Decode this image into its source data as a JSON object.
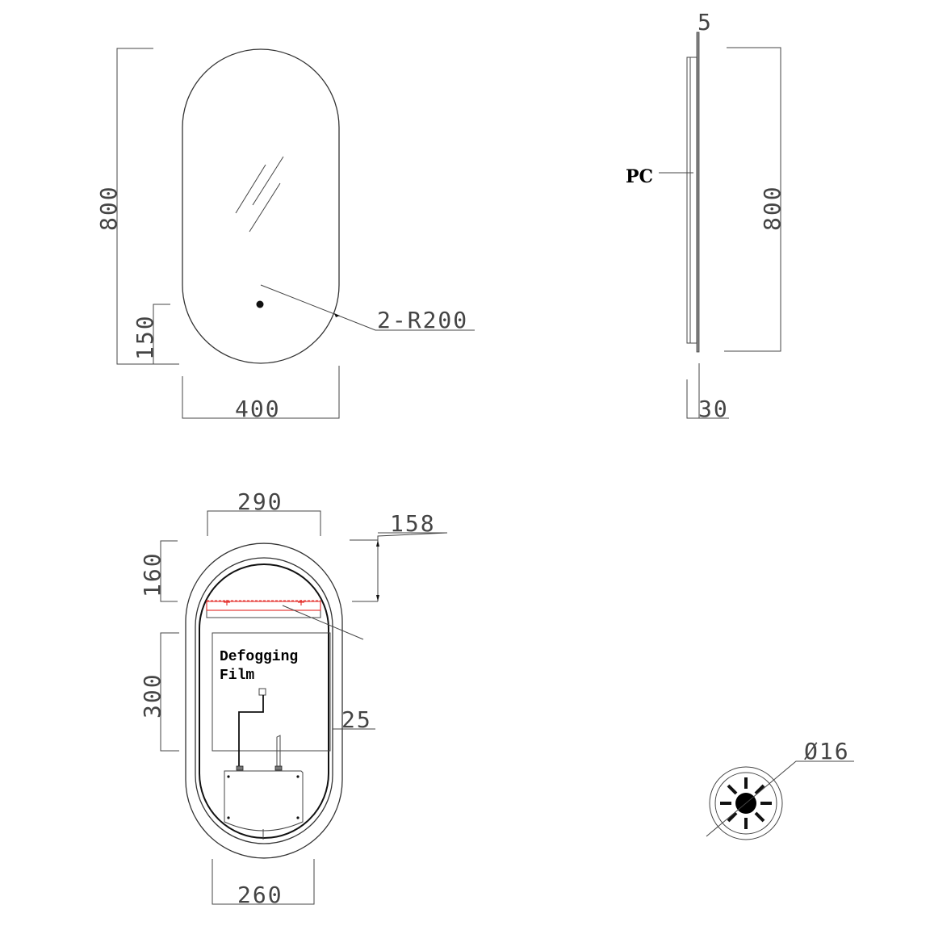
{
  "front_view": {
    "height_label": "800",
    "width_label": "400",
    "sensor_height_label": "150",
    "radius_label": "2-R200"
  },
  "side_view": {
    "top_thickness_label": "5",
    "height_label": "800",
    "depth_label": "30",
    "material_label": "PC"
  },
  "back_view": {
    "top_width_label": "290",
    "bottom_width_label": "260",
    "top_offset_label": "160",
    "film_height_label": "300",
    "bracket_offset_label": "158",
    "frame_width_label": "25",
    "film_label_line1": "Defogging",
    "film_label_line2": "Film"
  },
  "switch_detail": {
    "diameter_label": "Ø16"
  },
  "colors": {
    "line": "#333333",
    "accent_red": "#e53935",
    "text": "#444444"
  }
}
